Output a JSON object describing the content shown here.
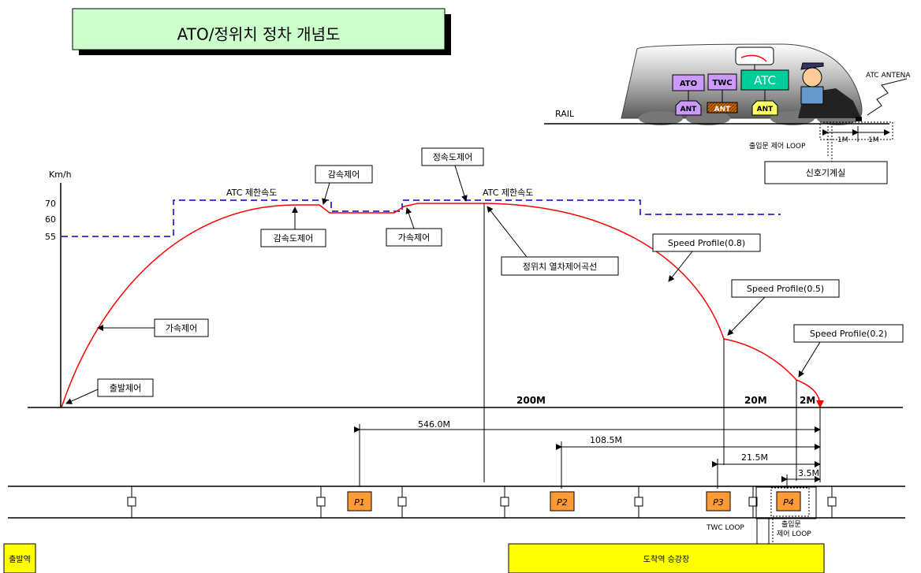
{
  "title": "ATO/정위치 정차 개념도",
  "axis": {
    "ylabel": "Km/h",
    "ticks": [
      "70",
      "60",
      "55"
    ]
  },
  "labels": {
    "atc_limit_1": "ATC 제한속도",
    "atc_limit_2": "ATC 제한속도",
    "decel_control": "감속제어",
    "decel_speed_control": "감속도제어",
    "accel_control_1": "가속제어",
    "accel_control_2": "가속제어",
    "const_speed_control": "정속도제어",
    "stop_curve": "정위치 열차제어곡선",
    "start_control": "출발제어",
    "sp_08": "Speed Profile(0.8)",
    "sp_05": "Speed Profile(0.5)",
    "sp_02": "Speed Profile(0.2)"
  },
  "distances": {
    "seg_200": "200M",
    "seg_20": "20M",
    "seg_2": "2M",
    "d1": "546.0M",
    "d2": "108.5M",
    "d3": "21.5M",
    "d4": "3.5M"
  },
  "track": {
    "p_markers": [
      "P1",
      "P2",
      "P3",
      "P4"
    ],
    "twc_loop": "TWC LOOP",
    "gate_loop_1": "출입문",
    "gate_loop_2": "제어 LOOP"
  },
  "stations": {
    "departure": "출발역",
    "arrival": "도착역 승강장"
  },
  "train": {
    "rail": "RAIL",
    "ato": "ATO",
    "twc": "TWC",
    "atc": "ATC",
    "ant": "ANT",
    "atc_antenna": "ATC ANTENA",
    "gate_loop": "출입문 제어 LOOP",
    "signal_room": "신호기계실",
    "one_m_a": "1M",
    "one_m_b": "1M"
  },
  "colors": {
    "speed_curve": "#ff0000",
    "atc_limit": "#0000cc",
    "title_box": "#ccffcc",
    "station": "#ffff00",
    "marker": "#ff9933",
    "atc_box": "#00cc99",
    "ato_box": "#cc99ff",
    "ant_yellow": "#ffff66",
    "ant_brown": "#cc6600"
  }
}
